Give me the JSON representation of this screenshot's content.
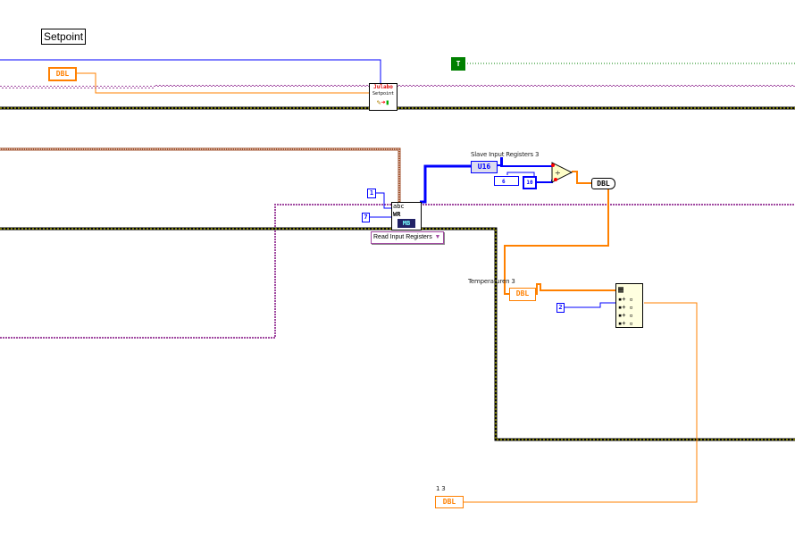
{
  "free_label": "Setpoint",
  "colors": {
    "integer_wire": "#0000ff",
    "double_wire": "#ff8000",
    "error_wire": "#a14aa1",
    "boolean": "#008000",
    "refnum": "#a0522d"
  },
  "constants": {
    "setpoint_dbl": "DBL",
    "bool_true": "T",
    "one": "1",
    "seven": "7",
    "six": "6",
    "ten": "10",
    "two": "2"
  },
  "nodes": {
    "julabo": {
      "title": "Julabo",
      "subtitle": "Setpoint"
    },
    "modbus": {
      "top": "abc",
      "mid": "WR",
      "bottom": "MB"
    },
    "function_ring": "Read Input Registers"
  },
  "indicators": {
    "slave_input_registers": {
      "label": "Slave Input Registers 3",
      "type": "U16"
    },
    "converted": {
      "type": "DBL"
    },
    "temperaturen": {
      "label": "Temperaturen 3",
      "type": "DBL"
    },
    "output_13": {
      "label": "1 3",
      "type": "DBL"
    }
  }
}
